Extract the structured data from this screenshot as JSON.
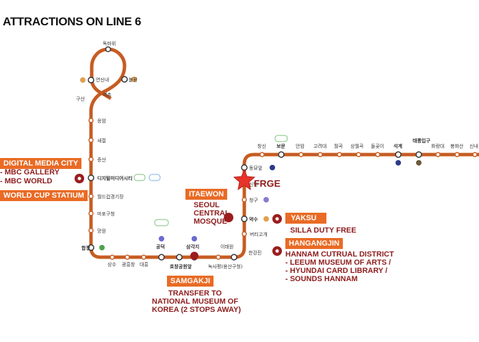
{
  "title": "ATTRACTIONS ON LINE 6",
  "colors": {
    "line": "#c75c22",
    "tag_bg": "#e96b25",
    "label_red": "#8e1b1b",
    "star": "#e8342b"
  },
  "stations": {
    "s1": "독바위",
    "s2": "연신내",
    "s3": "불광",
    "s4": "역촌",
    "s5": "구산",
    "s6": "응암",
    "s7": "새절",
    "s8": "증산",
    "s9": "디지털미디어시티",
    "s10": "월드컵경기장",
    "s11": "마포구청",
    "s12": "망원",
    "s13": "합정",
    "s14": "상수",
    "s15": "광흥창",
    "s16": "대흥",
    "s17": "공덕",
    "s18": "효창공원앞",
    "s19": "삼각지",
    "s20": "녹사평(용산구청)",
    "s21": "이태원",
    "s22": "한강진",
    "s23": "버티고개",
    "s24": "약수",
    "s25": "청구",
    "s26": "신당",
    "s27": "동묘앞",
    "s28": "창신",
    "s29": "보문",
    "s30": "안암",
    "s31": "고려대",
    "s32": "월곡",
    "s33": "상월곡",
    "s34": "돌곶이",
    "s35": "석계",
    "s36": "태릉입구",
    "s37": "화랑대",
    "s38": "봉화산",
    "s39": "신내"
  },
  "callouts": {
    "dmc": {
      "tag": "DIGITAL MEDIA CITY",
      "line1": "- MBC GALLERY",
      "line2": "- MBC WORLD"
    },
    "worldcup": {
      "tag": "WORLD CUP STATIUM"
    },
    "itaewon": {
      "tag": "ITAEWON",
      "line1": "SEOUL",
      "line2": "CENTRAL",
      "line3": "MOSQUE"
    },
    "frge": {
      "label": "FRGE"
    },
    "yaksu": {
      "tag": "YAKSU",
      "line1": "SILLA DUTY FREE"
    },
    "hangangjin": {
      "tag": "HANGANGJIN",
      "line1": "HANNAM CUTRUAL DISTRICT",
      "line2": "- LEEUM MUSEUM OF ARTS /",
      "line3": "- HYUNDAI CARD LIBRARY /",
      "line4": "- SOUNDS HANNAM"
    },
    "samgakji": {
      "tag": "SAMGAKJI",
      "line1": "TRANSFER TO",
      "line2": "NATIONAL MUSEUM OF",
      "line3": "KOREA (2 STOPS AWAY)"
    }
  },
  "icons": [
    "map-pin-icon",
    "star-icon",
    "station-circle-icon",
    "transfer-badge-icon"
  ]
}
